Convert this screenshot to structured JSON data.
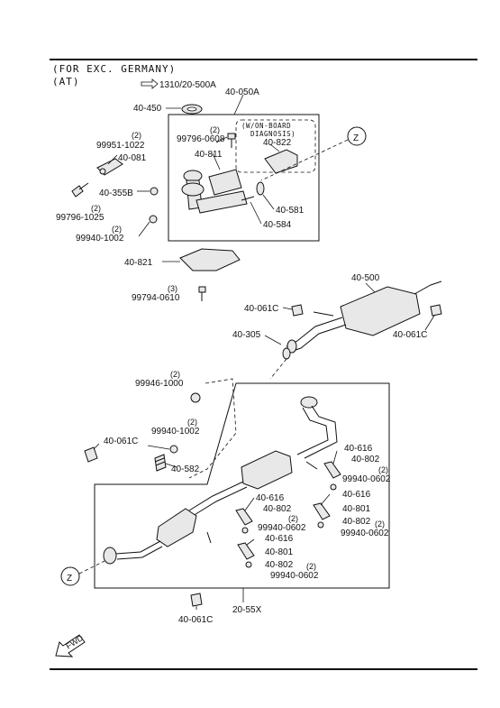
{
  "header": {
    "line1": "(FOR EXC. GERMANY)",
    "line2": "(AT)",
    "ref": "1310/20-500A"
  },
  "obd_note": {
    "line1": "(W/ON-BOARD",
    "line2": "DIAGNOSIS)"
  },
  "zone_marker": "Z",
  "fwd_label": "FWD",
  "labels": {
    "l_40050A": "40-050A",
    "l_40450": "40-450",
    "l_99796_0608": "99796-0608",
    "l_99796_0608_q": "(2)",
    "l_40822": "40-822",
    "l_99951_1022": "99951-1022",
    "l_99951_1022_q": "(2)",
    "l_40081": "40-081",
    "l_40811": "40-811",
    "l_40355B": "40-355B",
    "l_99796_1025": "99796-1025",
    "l_99796_1025_q": "(2)",
    "l_40581": "40-581",
    "l_40584": "40-584",
    "l_99940_1002a": "99940-1002",
    "l_99940_1002a_q": "(2)",
    "l_40821": "40-821",
    "l_99794_0610": "99794-0610",
    "l_99794_0610_q": "(3)",
    "l_40500": "40-500",
    "l_40061C_a": "40-061C",
    "l_40061C_b": "40-061C",
    "l_40305": "40-305",
    "l_99946_1000": "99946-1000",
    "l_99946_1000_q": "(2)",
    "l_99940_1002b": "99940-1002",
    "l_99940_1002b_q": "(2)",
    "l_40061C_c": "40-061C",
    "l_40582": "40-582",
    "l_40616_a": "40-616",
    "l_40802_a": "40-802",
    "l_99940_0602_a": "99940-0602",
    "l_99940_0602_a_q": "(2)",
    "l_40616_b": "40-616",
    "l_40801_a": "40-801",
    "l_40802_b": "40-802",
    "l_99940_0602_b": "99940-0602",
    "l_99940_0602_b_q": "(2)",
    "l_40616_c": "40-616",
    "l_40802_c": "40-802",
    "l_99940_0602_c": "99940-0602",
    "l_99940_0602_c_q": "(2)",
    "l_40616_d": "40-616",
    "l_40801_b": "40-801",
    "l_40802_d": "40-802",
    "l_99940_0602_d": "99940-0602",
    "l_99940_0602_d_q": "(2)",
    "l_40061C_d": "40-061C",
    "l_20_55X": "20-55X"
  }
}
